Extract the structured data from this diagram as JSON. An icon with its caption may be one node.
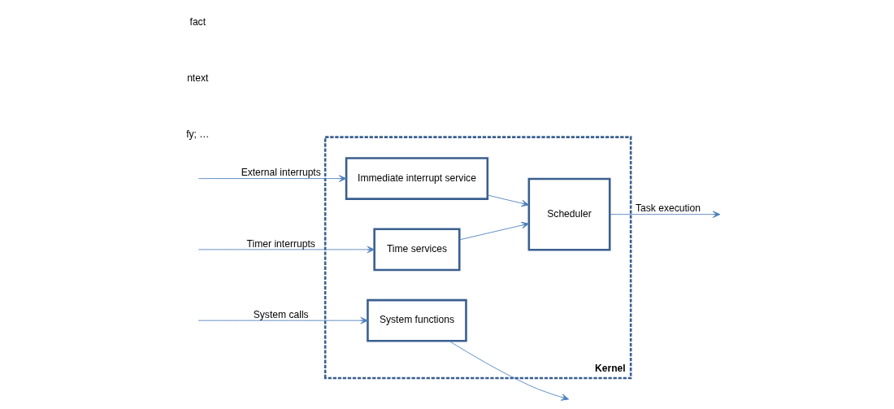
{
  "diagram": {
    "nodes": [
      {
        "text": [
          "Kernel"
        ]
      },
      {
        "text": [
          "Immediate interrupt service"
        ],
        "in": 0
      },
      {
        "text": [
          "Time services"
        ],
        "in": 0
      },
      {
        "text": [
          "System functions"
        ],
        "in": 0
      },
      {
        "text": [
          "Scheduler"
        ],
        "in": 0
      }
    ],
    "edges": [
      {
        "from": null,
        "to": 1,
        "arrow": "to",
        "label": "External interrupts"
      },
      {
        "from": null,
        "to": 2,
        "arrow": "to",
        "label": "Timer interrupts"
      },
      {
        "from": null,
        "to": 3,
        "arrow": "to",
        "label": "System calls"
      },
      {
        "from": 1,
        "to": 4,
        "arrow": "to"
      },
      {
        "from": 2,
        "to": 4,
        "arrow": "to"
      },
      {
        "from": 4,
        "to": null,
        "arrow": "to",
        "label": "Task execution"
      },
      {
        "from": 3,
        "to": null,
        "arrow": "to"
      }
    ],
    "labels": [
      "fy; …",
      "ntext",
      "fact"
    ]
  }
}
